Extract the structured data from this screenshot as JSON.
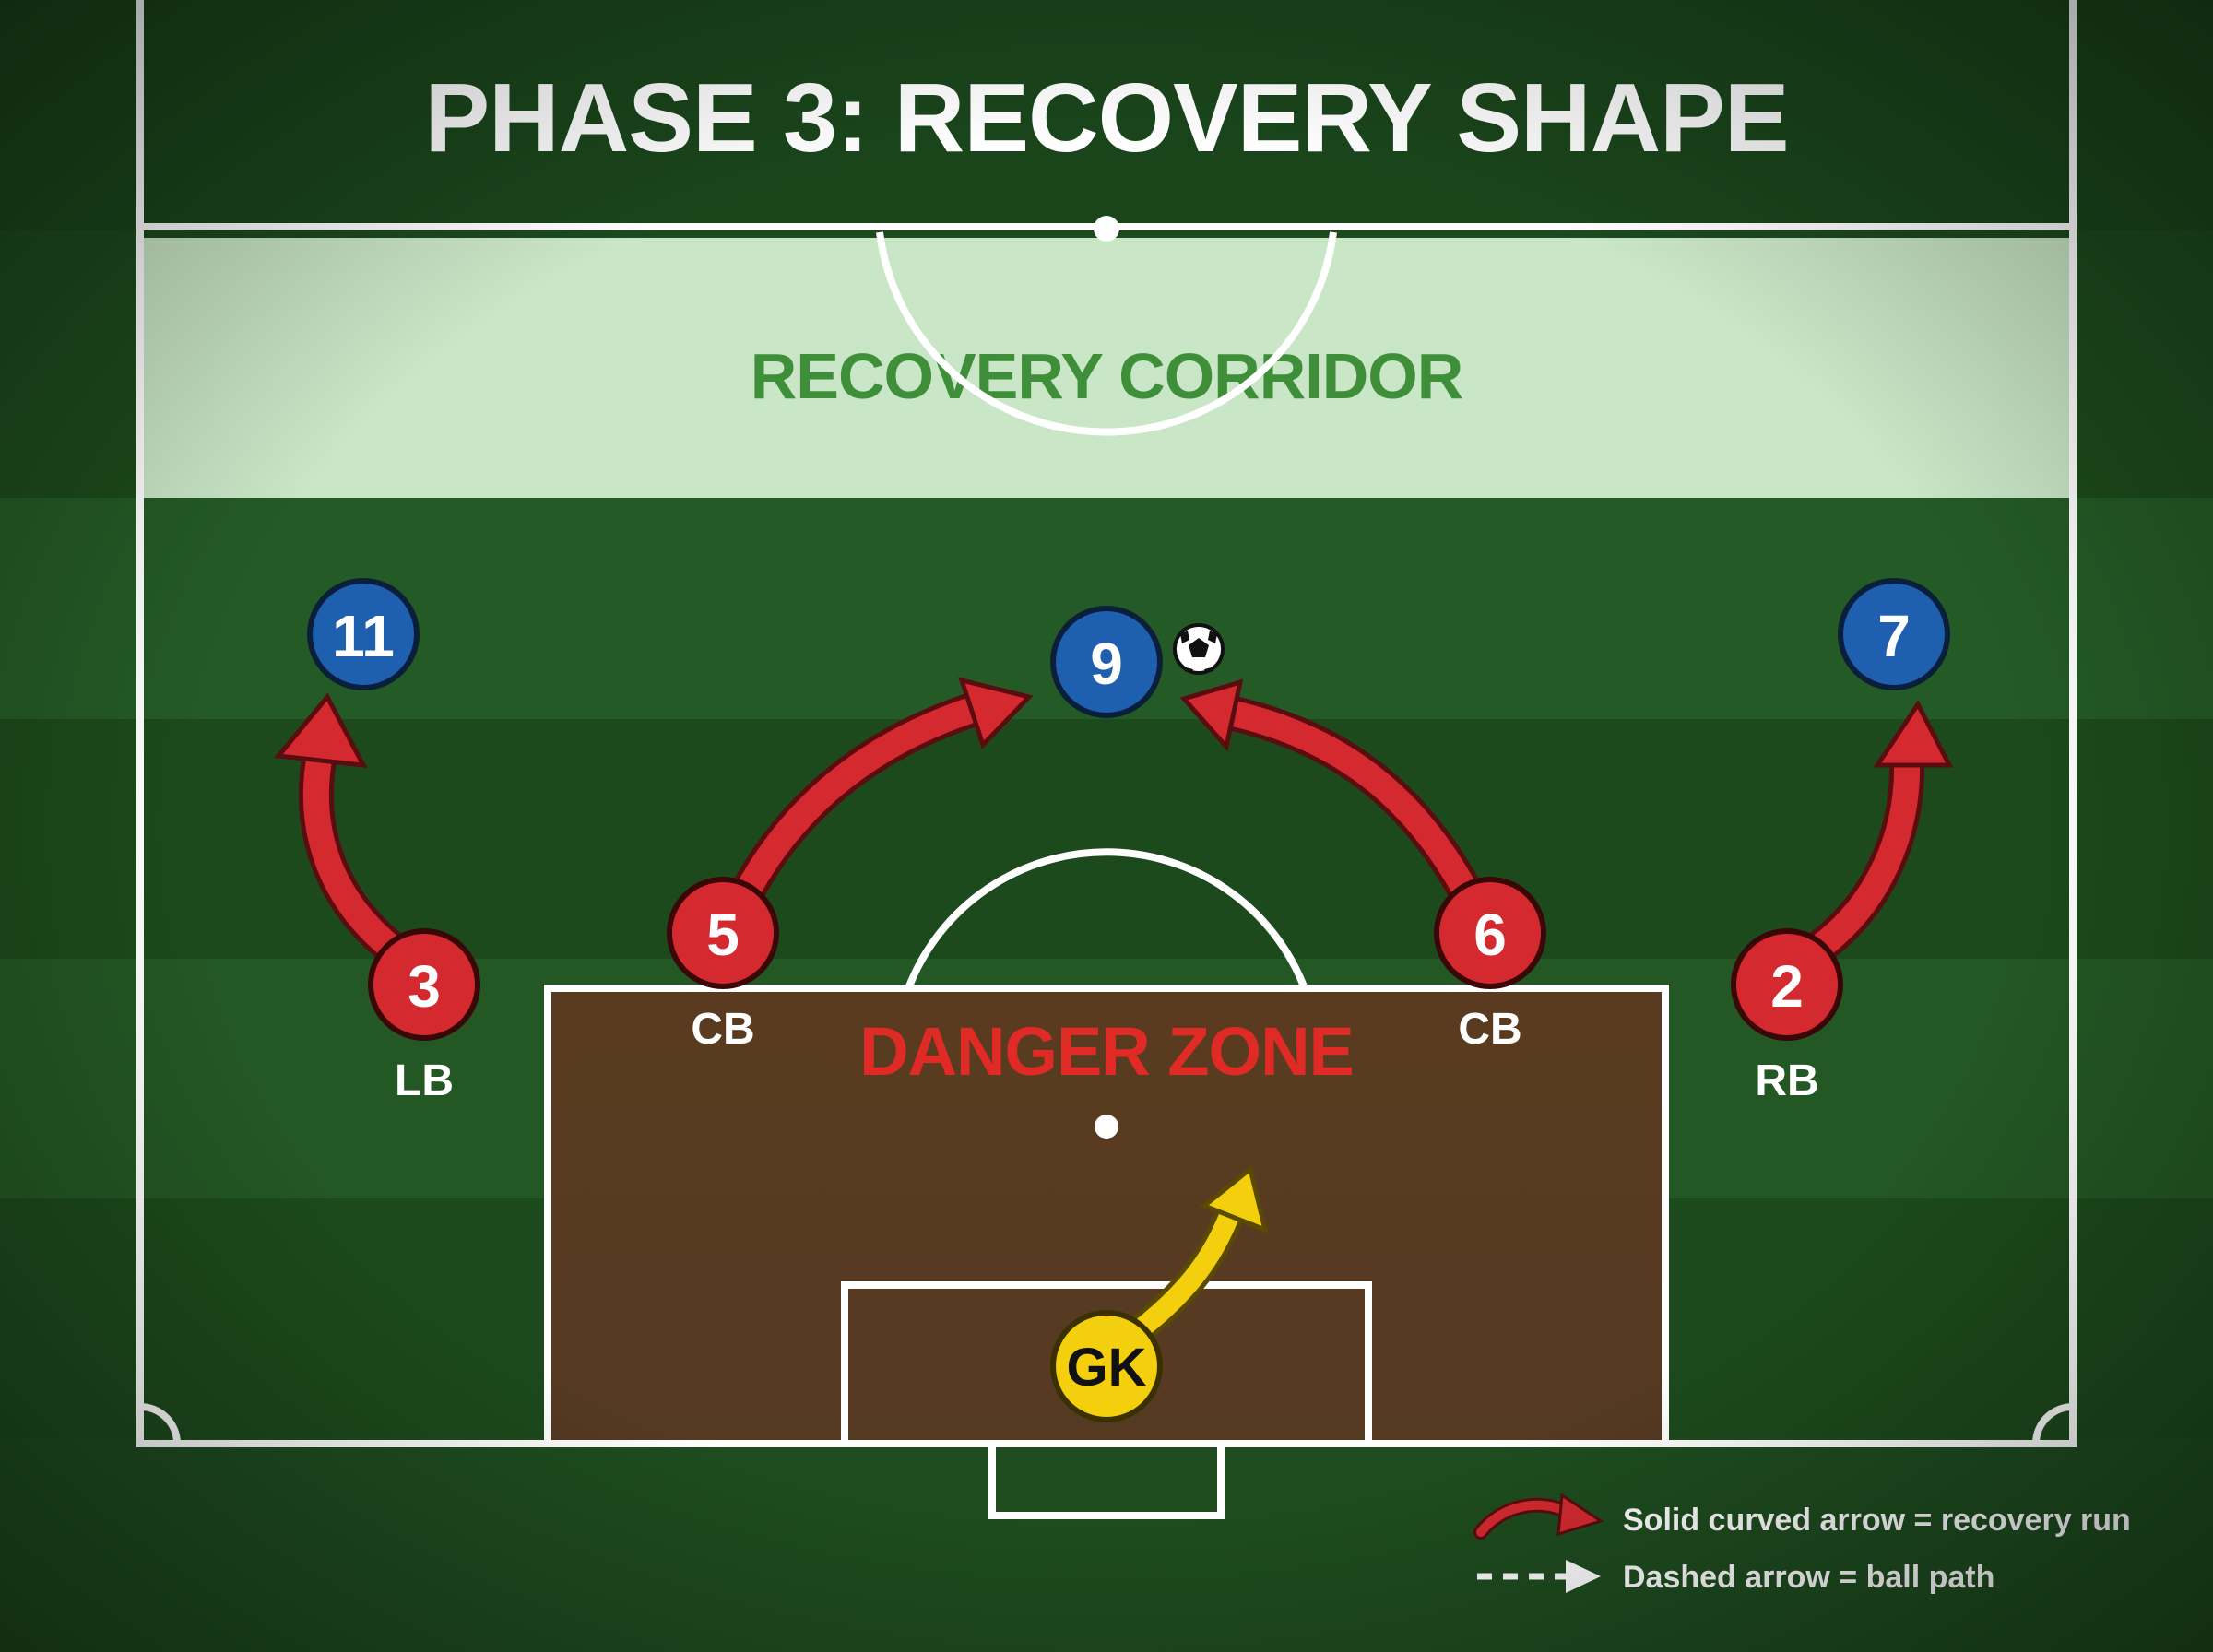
{
  "title": "PHASE 3: RECOVERY SHAPE",
  "zones": {
    "corridor_label": "RECOVERY CORRIDOR",
    "danger_label": "DANGER ZONE"
  },
  "players": {
    "lb": {
      "number": "3",
      "role": "LB",
      "team": "defender"
    },
    "cb_left": {
      "number": "5",
      "role": "CB",
      "team": "defender"
    },
    "cb_right": {
      "number": "6",
      "role": "CB",
      "team": "defender"
    },
    "rb": {
      "number": "2",
      "role": "RB",
      "team": "defender"
    },
    "att_11": {
      "number": "11",
      "team": "attacker"
    },
    "att_9": {
      "number": "9",
      "team": "attacker",
      "has_ball": true
    },
    "att_7": {
      "number": "7",
      "team": "attacker"
    },
    "gk": {
      "number": "GK",
      "team": "goalkeeper"
    }
  },
  "legend": {
    "solid_label": "Solid curved arrow = recovery run",
    "dashed_label": "Dashed arrow = ball path"
  },
  "colors": {
    "pitch_dark": "#1c4a1c",
    "pitch_light": "#25602a",
    "corridor_fill": "#c9e6c6",
    "corridor_text": "#3f8f3a",
    "danger_fill": "#5a3d22",
    "danger_text": "#e02a26",
    "defender": "#d42a2f",
    "attacker": "#1f5fb0",
    "goalkeeper": "#f4cf0e",
    "line": "#ffffff"
  },
  "icons": {
    "ball": "soccer-ball-icon",
    "recovery_run": "red-curved-arrow-icon",
    "ball_path": "white-dashed-arrow-icon"
  }
}
